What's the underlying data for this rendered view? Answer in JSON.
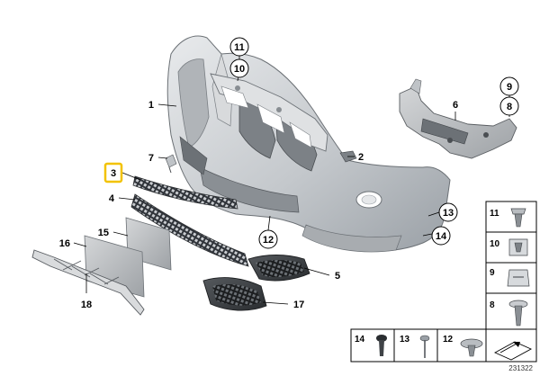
{
  "callouts": {
    "c1": "1",
    "c2": "2",
    "c3": "3",
    "c4": "4",
    "c5": "5",
    "c6": "6",
    "c7": "7",
    "c8": "8",
    "c9": "9",
    "c10": "10",
    "c11": "11",
    "c12": "12",
    "c13": "13",
    "c14": "14",
    "c15": "15",
    "c16": "16",
    "c17": "17",
    "c18": "18"
  },
  "highlight_color": "#f2c200",
  "legend": {
    "side": [
      "11",
      "10",
      "9",
      "8"
    ],
    "bottom": [
      "14",
      "13",
      "12"
    ]
  },
  "document_number": "231322"
}
